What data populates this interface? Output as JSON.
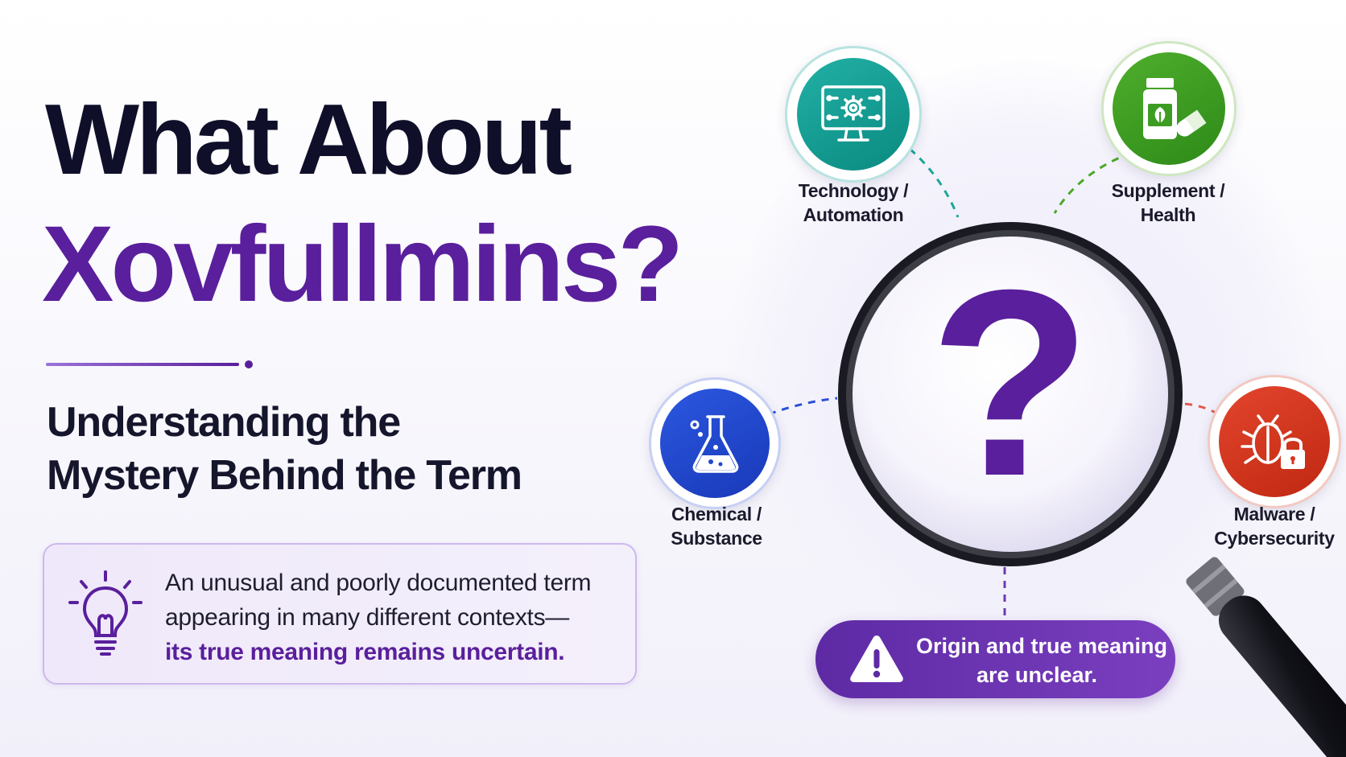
{
  "headline": {
    "line1": "What About",
    "line2": "Xovfullmins?"
  },
  "subheadline": {
    "line1": "Understanding the",
    "line2": "Mystery Behind the Term"
  },
  "info_card": {
    "icon": "lightbulb-icon",
    "line1": "An unusual and poorly documented term",
    "line2": "appearing in many different contexts—",
    "line3": "its true meaning remains uncertain."
  },
  "categories": {
    "technology": {
      "icon": "monitor-gear-icon",
      "label_line1": "Technology /",
      "label_line2": "Automation",
      "color": "#14a096"
    },
    "supplement": {
      "icon": "supplement-bottle-icon",
      "label_line1": "Supplement /",
      "label_line2": "Health",
      "color": "#3d9c22"
    },
    "chemical": {
      "icon": "flask-icon",
      "label_line1": "Chemical /",
      "label_line2": "Substance",
      "color": "#2248cc"
    },
    "malware": {
      "icon": "bug-lock-icon",
      "label_line1": "Malware /",
      "label_line2": "Cybersecurity",
      "color": "#d5361f"
    }
  },
  "magnifier": {
    "icon": "magnifying-glass-icon",
    "symbol": "?"
  },
  "alert": {
    "icon": "warning-triangle-icon",
    "line1": "Origin and true meaning",
    "line2": "are unclear."
  },
  "colors": {
    "headline_dark": "#0f0f2a",
    "accent_purple": "#5a1f9c"
  }
}
